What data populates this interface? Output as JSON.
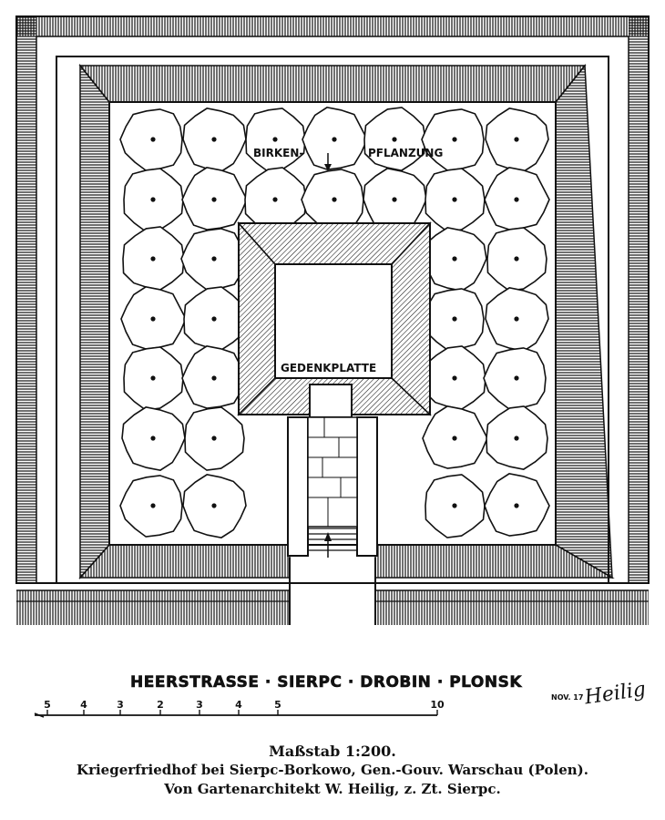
{
  "plan_labels": {
    "birch_1": "BIRKEN-",
    "birch_2": "PFLANZUNG",
    "plaque": "GEDENKPLATTE"
  },
  "road": "HEERSTRASSE · SIERPC · DROBIN · PLONSK",
  "scale_bar": {
    "ticks": [
      "5",
      "4",
      "3",
      "2",
      "3",
      "4",
      "5",
      "10"
    ]
  },
  "signature": {
    "date": "NOV. 17",
    "name": "Heilig"
  },
  "caption": {
    "scale": "Maßstab 1:200.",
    "line1": "Kriegerfriedhof bei Sierpc-Borkowo, Gen.-Gouv. Warschau (Polen).",
    "line2": "Von Gartenarchitekt W. Heilig, z. Zt. Sierpc."
  },
  "colors": {
    "ink": "#111111",
    "paper": "#ffffff"
  }
}
